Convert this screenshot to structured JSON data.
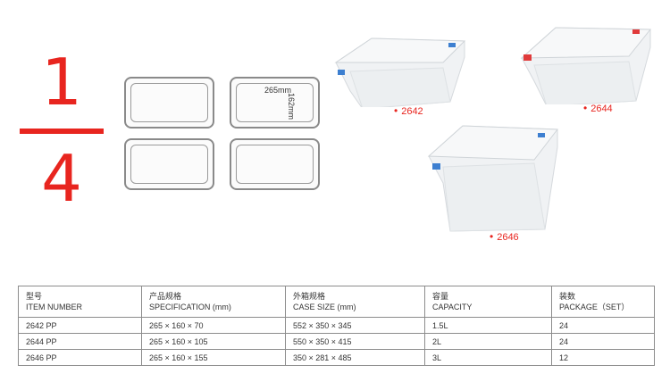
{
  "fraction": {
    "numerator": "1",
    "denominator": "4"
  },
  "diagram": {
    "width_label": "265mm",
    "height_label": "162mm"
  },
  "products": [
    {
      "code": "2642",
      "tab_color": "#3d7fd0"
    },
    {
      "code": "2644",
      "tab_color": "#e03a3a"
    },
    {
      "code": "2646",
      "tab_color": "#3d7fd0"
    }
  ],
  "table": {
    "headers": [
      {
        "zh": "型号",
        "en": "ITEM NUMBER"
      },
      {
        "zh": "产品规格",
        "en": "SPECIFICATION (mm)"
      },
      {
        "zh": "外箱规格",
        "en": "CASE SIZE (mm)"
      },
      {
        "zh": "容量",
        "en": "CAPACITY"
      },
      {
        "zh": "装数",
        "en": "PACKAGE（SET）"
      }
    ],
    "rows": [
      [
        "2642 PP",
        "265 × 160 × 70",
        "552 × 350 × 345",
        "1.5L",
        "24"
      ],
      [
        "2644 PP",
        "265 × 160 × 105",
        "550 × 350 × 415",
        "2L",
        "24"
      ],
      [
        "2646 PP",
        "265 × 160 × 155",
        "350 × 281 × 485",
        "3L",
        "12"
      ]
    ]
  }
}
